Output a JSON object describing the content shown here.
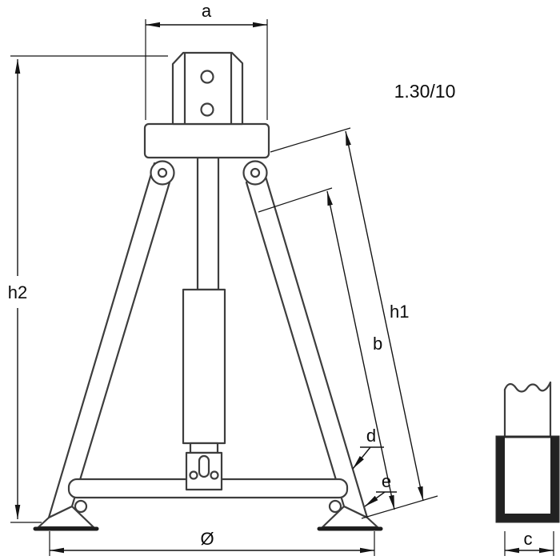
{
  "reference": "1.30/10",
  "dimensions": {
    "a": "a",
    "h2": "h2",
    "h1": "h1",
    "b": "b",
    "d": "d",
    "e": "e",
    "diameter": "Ø",
    "c": "c"
  },
  "colors": {
    "part_line": "#3d3d3d",
    "dimension_line": "#141414",
    "background": "#ffffff"
  }
}
